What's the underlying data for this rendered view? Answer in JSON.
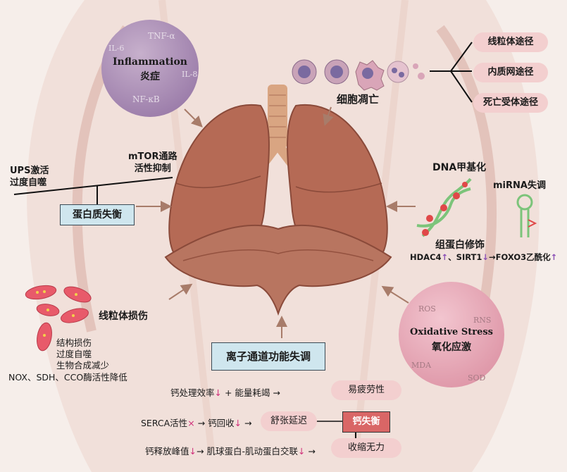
{
  "inflammation": {
    "title_en": "Inflammation",
    "title_cn": "炎症",
    "m1": "TNF-α",
    "m2": "IL-6",
    "m3": "IL-8",
    "m4": "NF-κB"
  },
  "apoptosis": {
    "label": "细胞凋亡",
    "paths": [
      "线粒体途径",
      "内质网途径",
      "死亡受体途径"
    ]
  },
  "protein": {
    "box": "蛋白质失衡",
    "ups": "UPS激活\n过度自噬",
    "mtor": "mTOR通路\n活性抑制"
  },
  "epigenetic": {
    "dna": "DNA甲基化",
    "mirna": "miRNA失调",
    "histone": "组蛋白修饰",
    "hdac": "HDAC4",
    "sep1": "、",
    "sirt": "SIRT1",
    "foxo": "→FOXO3乙酰化",
    "up": "↑",
    "down": "↓"
  },
  "mito": {
    "title": "线粒体损伤",
    "lines": [
      "结构损伤",
      "过度自噬",
      "生物合成减少"
    ],
    "enz": "NOX、SDH、CCO酶活性降低"
  },
  "oxidative": {
    "title_en": "Oxidative Stress",
    "title_cn": "氧化应激",
    "m1": "ROS",
    "m2": "RNS",
    "m3": "MDA",
    "m4": "SOD"
  },
  "ion": {
    "box": "离子通道功能失调",
    "row1": {
      "pre": "钙处理效率",
      "arrow": "↓",
      "post": " + 能量耗竭 →",
      "result": "易疲劳性"
    },
    "row2": {
      "pre": "SERCA活性",
      "arrow": "×",
      "post": " → 钙回收",
      "arrow2": "↓",
      "post2": " →",
      "result": "舒张延迟"
    },
    "row3": {
      "pre": "钙释放峰值",
      "arrow": "↓",
      "post": "→ 肌球蛋白-肌动蛋白交联",
      "arrow2": "↓",
      "post2": " →",
      "result": "收缩无力"
    },
    "center": "钙失衡"
  },
  "colors": {
    "lung": "#b56a55",
    "purple": "#a98ab3",
    "pink": "#e3a3b1",
    "pill": "#f3cfcf",
    "box": "#cfe6ee",
    "center": "#d96666"
  }
}
